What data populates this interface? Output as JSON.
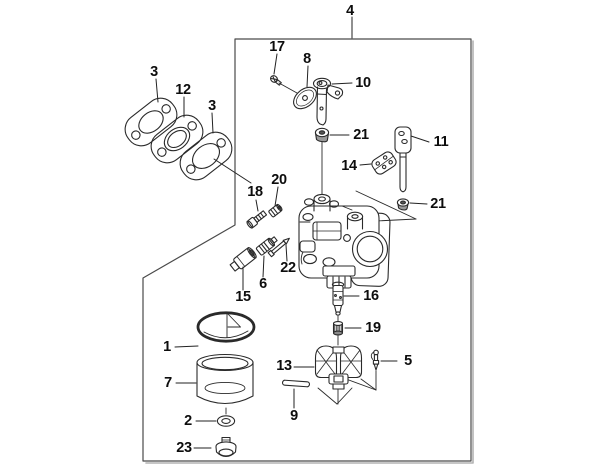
{
  "diagram_type": "carburetor-exploded-parts-diagram",
  "callouts": [
    {
      "id": "4",
      "text": "4"
    },
    {
      "id": "17",
      "text": "17"
    },
    {
      "id": "8",
      "text": "8"
    },
    {
      "id": "10",
      "text": "10"
    },
    {
      "id": "3a",
      "text": "3"
    },
    {
      "id": "12",
      "text": "12"
    },
    {
      "id": "3b",
      "text": "3"
    },
    {
      "id": "21a",
      "text": "21"
    },
    {
      "id": "11",
      "text": "11"
    },
    {
      "id": "14",
      "text": "14"
    },
    {
      "id": "21b",
      "text": "21"
    },
    {
      "id": "18",
      "text": "18"
    },
    {
      "id": "20",
      "text": "20"
    },
    {
      "id": "22",
      "text": "22"
    },
    {
      "id": "6",
      "text": "6"
    },
    {
      "id": "15",
      "text": "15"
    },
    {
      "id": "16",
      "text": "16"
    },
    {
      "id": "19",
      "text": "19"
    },
    {
      "id": "13",
      "text": "13"
    },
    {
      "id": "5",
      "text": "5"
    },
    {
      "id": "9",
      "text": "9"
    },
    {
      "id": "1",
      "text": "1"
    },
    {
      "id": "7",
      "text": "7"
    },
    {
      "id": "2",
      "text": "2"
    },
    {
      "id": "23",
      "text": "23"
    }
  ],
  "colors": {
    "line": "#2a2a2a",
    "leader": "#222222",
    "frame": "#4a4a4a",
    "frame_shadow": "#b3b3b3",
    "label": "#0d0d0d",
    "background": "#ffffff"
  }
}
